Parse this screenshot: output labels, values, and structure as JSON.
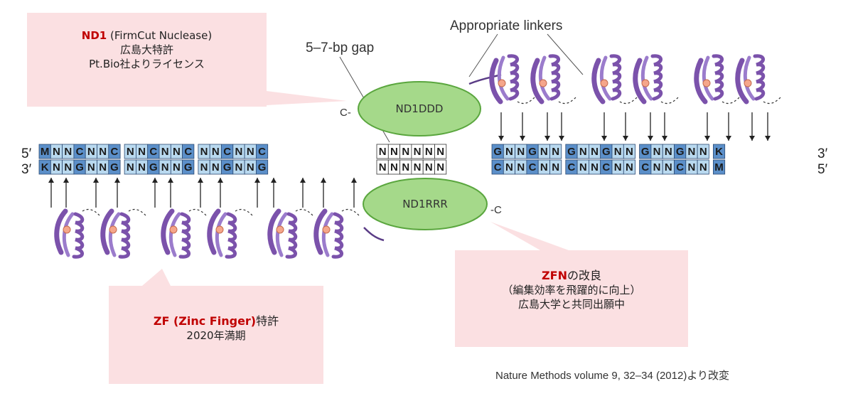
{
  "callout_nd1": {
    "title_red": "ND1",
    "title_rest": " (FirmCut Nuclease)",
    "line2": "広島大特許",
    "line3": "Pt.Bio社よりライセンス"
  },
  "callout_zf": {
    "title_red": "ZF (Zinc Finger)",
    "title_rest": "特許",
    "line2": "2020年満期"
  },
  "callout_zfn": {
    "title_red": "ZFN",
    "title_rest": "の改良",
    "line2": "（編集効率を飛躍的に向上）",
    "line3": "広島大学と共同出願中"
  },
  "labels": {
    "gap": "5–7-bp gap",
    "linkers": "Appropriate linkers",
    "nd1ddd": "ND1DDD",
    "nd1rrr": "ND1RRR",
    "c_term_top": "C-",
    "c_term_bottom": "-C",
    "five_left": "5′",
    "three_left": "3′",
    "three_right": "3′",
    "five_right": "5′"
  },
  "dna": {
    "left_top": [
      "M",
      "N",
      "N",
      "C",
      "N",
      "N",
      "C",
      "N",
      "N",
      "C",
      "N",
      "N",
      "C",
      "N",
      "N",
      "C",
      "N",
      "N",
      "C"
    ],
    "left_bottom": [
      "K",
      "N",
      "N",
      "G",
      "N",
      "N",
      "G",
      "N",
      "N",
      "G",
      "N",
      "N",
      "G",
      "N",
      "N",
      "G",
      "N",
      "N",
      "G"
    ],
    "gap_top": [
      "N",
      "N",
      "N",
      "N",
      "N",
      "N"
    ],
    "gap_bottom": [
      "N",
      "N",
      "N",
      "N",
      "N",
      "N"
    ],
    "right_top": [
      "G",
      "N",
      "N",
      "G",
      "N",
      "N",
      "G",
      "N",
      "N",
      "G",
      "N",
      "N",
      "G",
      "N",
      "N",
      "G",
      "N",
      "N",
      "K"
    ],
    "right_bottom": [
      "C",
      "N",
      "N",
      "C",
      "N",
      "N",
      "C",
      "N",
      "N",
      "C",
      "N",
      "N",
      "C",
      "N",
      "N",
      "C",
      "N",
      "N",
      "M"
    ]
  },
  "citation": "Nature Methods volume 9, 32–34 (2012)より改変",
  "colors": {
    "dark_cell": "#5b8fc9",
    "light_cell": "#b9d9ef",
    "protein": "#7b52ab",
    "ellipse": "#a5d98a",
    "callout": "#fbe0e2",
    "accent_red": "#c00000"
  }
}
